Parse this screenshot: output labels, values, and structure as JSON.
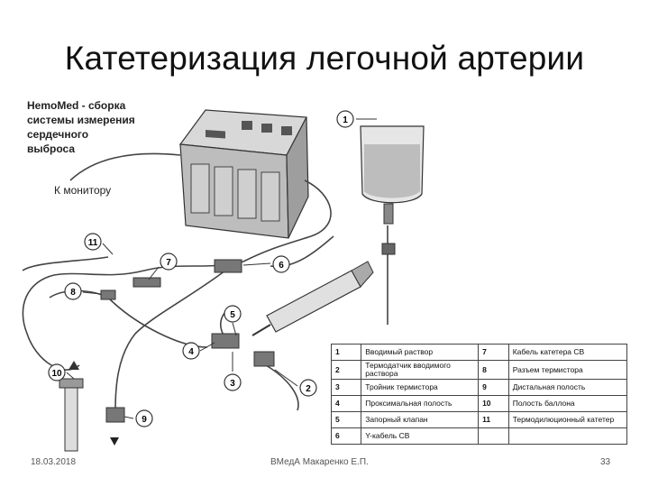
{
  "title": "Катетеризация легочной артерии",
  "device_label": "HemoMed - сборка системы измерения сердечного выброса",
  "monitor_label": "К монитору",
  "callouts": [
    "1",
    "2",
    "3",
    "4",
    "5",
    "6",
    "7",
    "8",
    "9",
    "10",
    "11"
  ],
  "legend": [
    {
      "n1": "1",
      "t1": "Вводимый раствор",
      "n2": "7",
      "t2": "Кабель катетера СВ"
    },
    {
      "n1": "2",
      "t1": "Термодатчик вводимого раствора",
      "n2": "8",
      "t2": "Разъем термистора"
    },
    {
      "n1": "3",
      "t1": "Тройник термистора",
      "n2": "9",
      "t2": "Дистальная полость"
    },
    {
      "n1": "4",
      "t1": "Проксимальная полость",
      "n2": "10",
      "t2": "Полость баллона"
    },
    {
      "n1": "5",
      "t1": "Запорный клапан",
      "n2": "11",
      "t2": "Термодилюционный катетер"
    },
    {
      "n1": "6",
      "t1": "Y-кабель СВ",
      "n2": "",
      "t2": ""
    }
  ],
  "footer": {
    "date": "18.03.2018",
    "author": "ВМедА Макаренко Е.П.",
    "page": "33"
  }
}
